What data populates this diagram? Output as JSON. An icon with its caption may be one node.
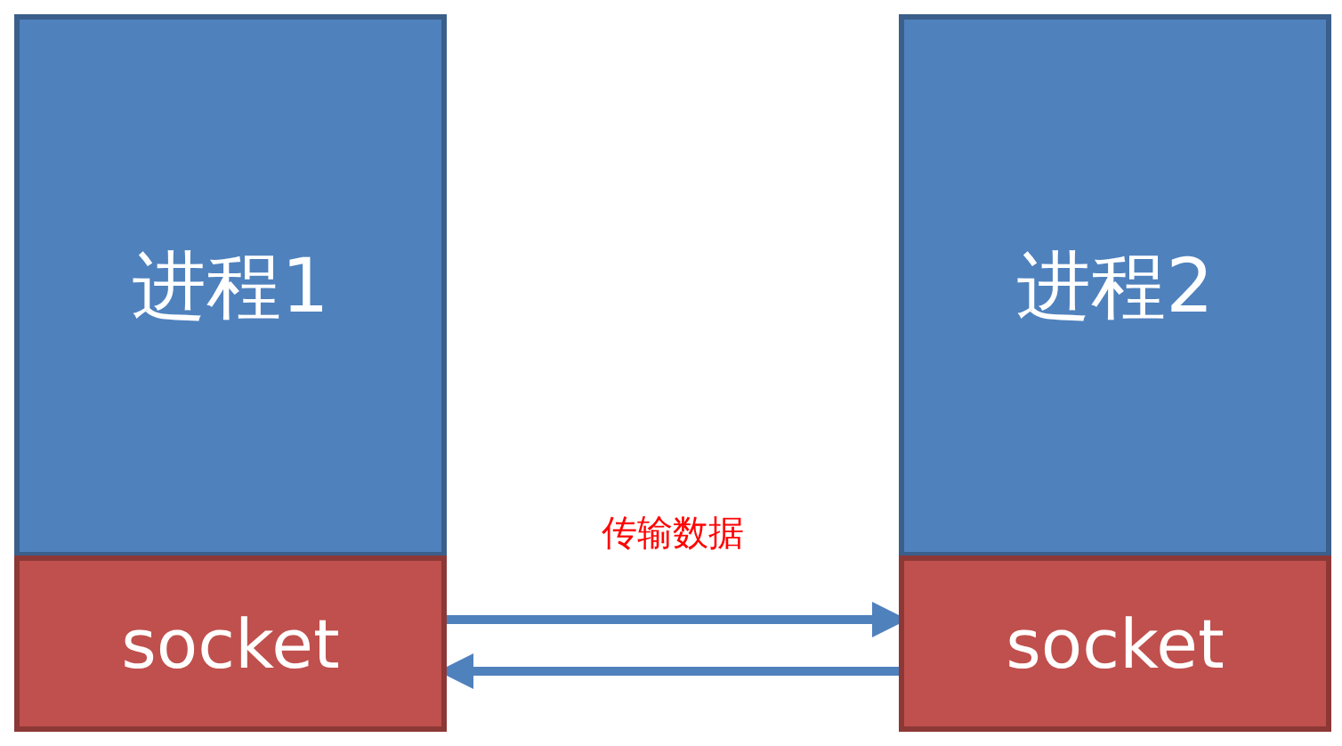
{
  "diagram": {
    "nodes": [
      {
        "text": [
          "进程1"
        ]
      },
      {
        "text": [
          "socket"
        ]
      },
      {
        "text": [
          "进程2"
        ]
      },
      {
        "text": [
          "socket"
        ]
      }
    ],
    "edges": [
      {
        "from": 1,
        "to": 3,
        "arrow": "to",
        "label": "传输数据"
      },
      {
        "from": 3,
        "to": 1,
        "arrow": "to"
      }
    ]
  }
}
